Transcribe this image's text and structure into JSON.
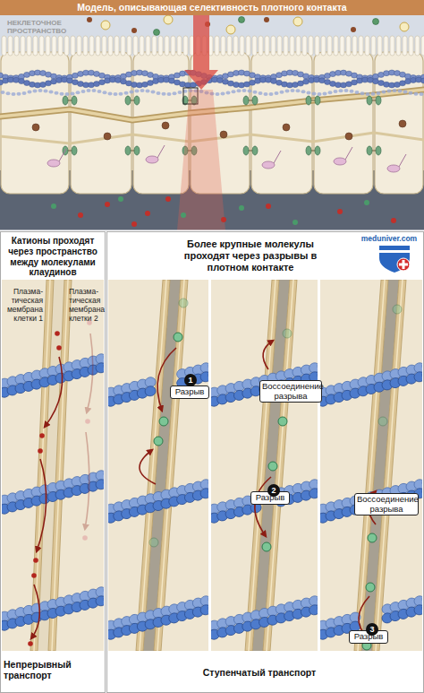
{
  "diagram": {
    "title": "Модель, описывающая селективность плотного контакта",
    "nodes": [
      {
        "text": [
          "1"
        ]
      },
      {
        "text": [
          "Разрыв"
        ]
      },
      {
        "text": [
          "Воссоединение разрыва"
        ]
      },
      {
        "text": [
          "2"
        ]
      },
      {
        "text": [
          "Разрыв"
        ]
      },
      {
        "text": [
          "Воссоединение разрыва"
        ]
      },
      {
        "text": [
          "3"
        ]
      },
      {
        "text": [
          "Разрыв"
        ]
      }
    ],
    "labels": [
      "НЕКЛЕТОЧНОЕ ПРОСТРАНСТВО",
      "Катионы проходят через пространство между молекулами клаудинов",
      "Более крупные молекулы проходят через разрывы в плотном контакте",
      "meduniver.com",
      "Плазма- тическая мембрана клетки 1",
      "Плазма- тическая мембрана клетки 2",
      "Непрерывный транспорт",
      "Ступенчатый транспорт"
    ]
  }
}
